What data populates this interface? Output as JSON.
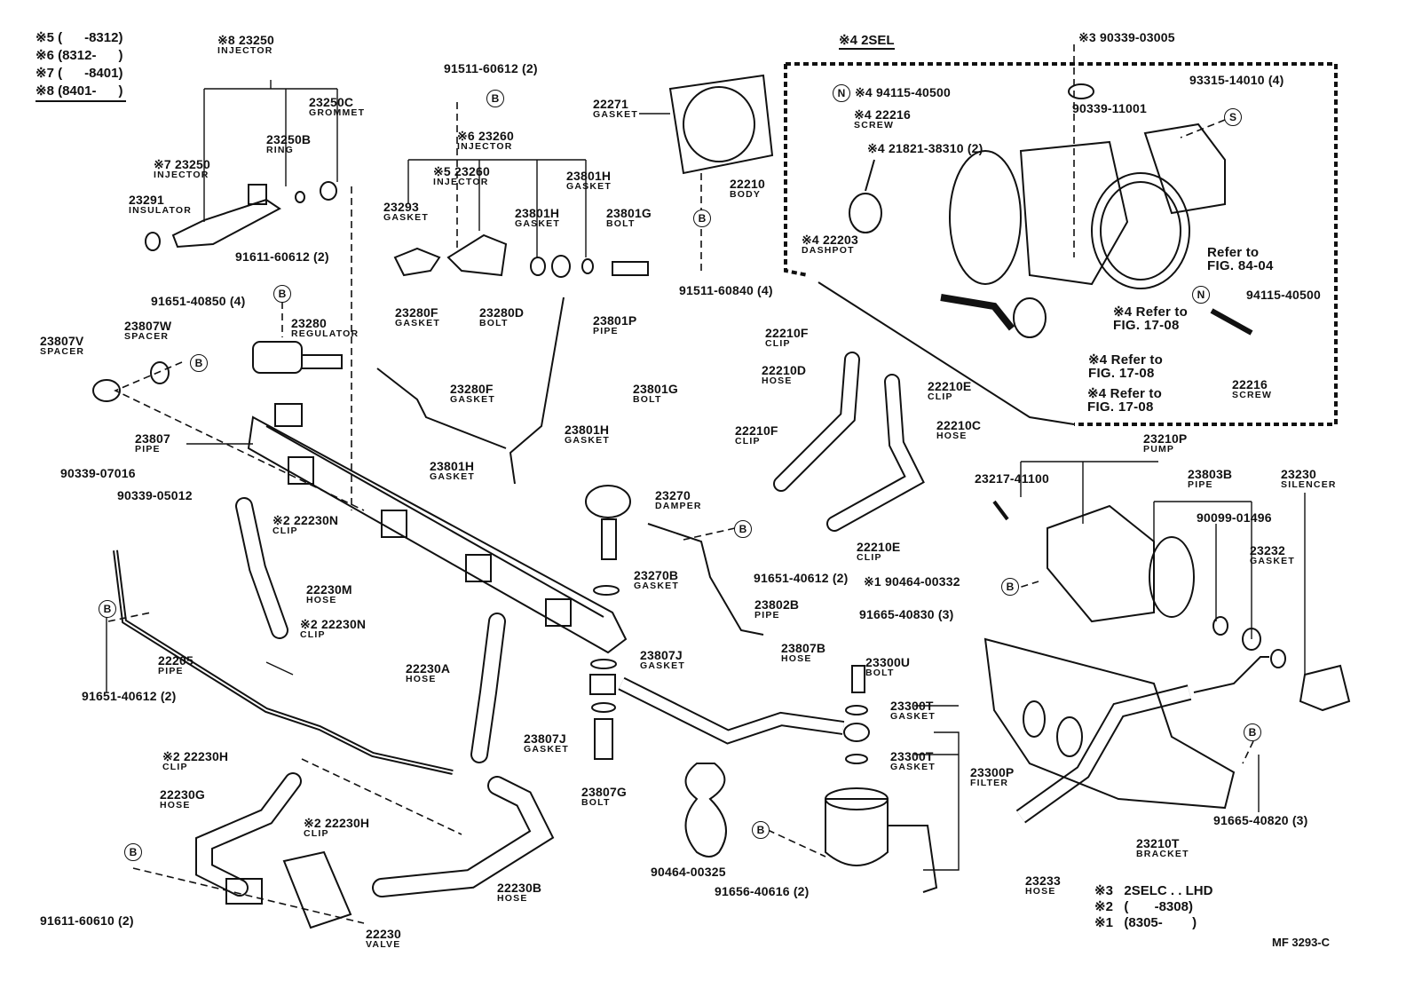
{
  "legend": [
    "※5 (      -8312)",
    "※6 (8312-      )",
    "※7 (      -8401)",
    "※8 (8401-      )"
  ],
  "heading": "※4  2SEL",
  "notes": [
    "※3   2SELC . . LHD",
    "※2   (       -8308)",
    "※1   (8305-        )"
  ],
  "drawing_code": "MF 3293-C",
  "markers": {
    "bolt": "B",
    "nut": "N",
    "screw": "S"
  },
  "callouts": [
    {
      "part": "※8 23250",
      "name": "INJECTOR"
    },
    {
      "part": "※7 23250",
      "name": "INJECTOR"
    },
    {
      "part": "23250B",
      "name": "RING"
    },
    {
      "part": "23250C",
      "name": "GROMMET"
    },
    {
      "part": "23291",
      "name": "INSULATOR"
    },
    {
      "part": "91611-60612 (2)",
      "name": ""
    },
    {
      "part": "91651-40850 (4)",
      "name": ""
    },
    {
      "part": "23807W",
      "name": "SPACER"
    },
    {
      "part": "23807V",
      "name": "SPACER"
    },
    {
      "part": "23280",
      "name": "REGULATOR"
    },
    {
      "part": "91511-60612 (2)",
      "name": ""
    },
    {
      "part": "※6 23260",
      "name": "INJECTOR"
    },
    {
      "part": "※5 23260",
      "name": "INJECTOR"
    },
    {
      "part": "23293",
      "name": "GASKET"
    },
    {
      "part": "23801H",
      "name": "GASKET"
    },
    {
      "part": "23801H",
      "name": "GASKET"
    },
    {
      "part": "23801G",
      "name": "BOLT"
    },
    {
      "part": "22271",
      "name": "GASKET"
    },
    {
      "part": "91511-60840 (4)",
      "name": ""
    },
    {
      "part": "23280F",
      "name": "GASKET"
    },
    {
      "part": "23280D",
      "name": "BOLT"
    },
    {
      "part": "23801P",
      "name": "PIPE"
    },
    {
      "part": "23280F",
      "name": "GASKET"
    },
    {
      "part": "23801G",
      "name": "BOLT"
    },
    {
      "part": "23801H",
      "name": "GASKET"
    },
    {
      "part": "23801H",
      "name": "GASKET"
    },
    {
      "part": "23807",
      "name": "PIPE"
    },
    {
      "part": "90339-07016",
      "name": ""
    },
    {
      "part": "90339-05012",
      "name": ""
    },
    {
      "part": "※2 22230N",
      "name": "CLIP"
    },
    {
      "part": "23270",
      "name": "DAMPER"
    },
    {
      "part": "91651-40612 (2)",
      "name": ""
    },
    {
      "part": "22230M",
      "name": "HOSE"
    },
    {
      "part": "23270B",
      "name": "GASKET"
    },
    {
      "part": "23802B",
      "name": "PIPE"
    },
    {
      "part": "※2 22230N",
      "name": "CLIP"
    },
    {
      "part": "22205",
      "name": "PIPE"
    },
    {
      "part": "91651-40612 (2)",
      "name": ""
    },
    {
      "part": "22230A",
      "name": "HOSE"
    },
    {
      "part": "23807J",
      "name": "GASKET"
    },
    {
      "part": "23807B",
      "name": "HOSE"
    },
    {
      "part": "23300U",
      "name": "BOLT"
    },
    {
      "part": "23807J",
      "name": "GASKET"
    },
    {
      "part": "23300T",
      "name": "GASKET"
    },
    {
      "part": "23300T",
      "name": "GASKET"
    },
    {
      "part": "23300P",
      "name": "FILTER"
    },
    {
      "part": "23807G",
      "name": "BOLT"
    },
    {
      "part": "※2 22230H",
      "name": "CLIP"
    },
    {
      "part": "22230G",
      "name": "HOSE"
    },
    {
      "part": "※2 22230H",
      "name": "CLIP"
    },
    {
      "part": "90464-00325",
      "name": ""
    },
    {
      "part": "91656-40616 (2)",
      "name": ""
    },
    {
      "part": "22230B",
      "name": "HOSE"
    },
    {
      "part": "91611-60610 (2)",
      "name": ""
    },
    {
      "part": "22230",
      "name": "VALVE"
    },
    {
      "part": "22210",
      "name": "BODY"
    },
    {
      "part": "※3 90339-03005",
      "name": ""
    },
    {
      "part": "93315-14010 (4)",
      "name": ""
    },
    {
      "part": "90339-11001",
      "name": ""
    },
    {
      "part": "※4 94115-40500",
      "name": ""
    },
    {
      "part": "※4 22216",
      "name": "SCREW"
    },
    {
      "part": "※4 21821-38310 (2)",
      "name": ""
    },
    {
      "part": "※4 22203",
      "name": "DASHPOT"
    },
    {
      "part": "Refer to",
      "name": "FIG. 84-04"
    },
    {
      "part": "94115-40500",
      "name": ""
    },
    {
      "part": "※4 Refer to",
      "name": "FIG. 17-08"
    },
    {
      "part": "※4 Refer to",
      "name": "FIG. 17-08"
    },
    {
      "part": "※4 Refer to",
      "name": "FIG. 17-08"
    },
    {
      "part": "22216",
      "name": "SCREW"
    },
    {
      "part": "22210F",
      "name": "CLIP"
    },
    {
      "part": "22210D",
      "name": "HOSE"
    },
    {
      "part": "22210E",
      "name": "CLIP"
    },
    {
      "part": "22210C",
      "name": "HOSE"
    },
    {
      "part": "22210F",
      "name": "CLIP"
    },
    {
      "part": "22210E",
      "name": "CLIP"
    },
    {
      "part": "※1 90464-00332",
      "name": ""
    },
    {
      "part": "91665-40830 (3)",
      "name": ""
    },
    {
      "part": "23210P",
      "name": "PUMP"
    },
    {
      "part": "23217-41100",
      "name": ""
    },
    {
      "part": "23803B",
      "name": "PIPE"
    },
    {
      "part": "90099-01496",
      "name": ""
    },
    {
      "part": "23230",
      "name": "SILENCER"
    },
    {
      "part": "23232",
      "name": "GASKET"
    },
    {
      "part": "91665-40820 (3)",
      "name": ""
    },
    {
      "part": "23210T",
      "name": "BRACKET"
    },
    {
      "part": "23233",
      "name": "HOSE"
    }
  ]
}
